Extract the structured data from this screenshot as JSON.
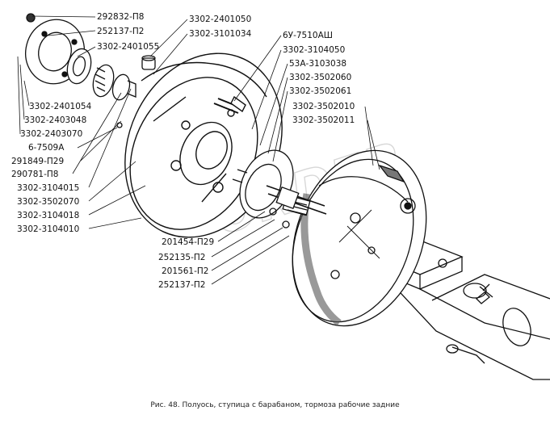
{
  "labels_left": [
    "292832-П8",
    "252137-П2",
    "3302-2401055",
    "3302-2401054",
    "3302-2403048",
    "3302-2403070",
    "6-7509А",
    "291849-П29",
    "290781-П8",
    "3302-3104015",
    "3302-3502070",
    "3302-3104018",
    "3302-3104010"
  ],
  "labels_top": [
    "3302-2401050",
    "3302-3101034"
  ],
  "labels_right": [
    "6У-7510АШ",
    "3302-3104050",
    "53А-3103038",
    "3302-3502060",
    "3302-3502061",
    "3302-3502010",
    "3302-3502011"
  ],
  "labels_bottom": [
    "201454-П29",
    "252135-П2",
    "201561-П2",
    "252137-П2"
  ],
  "watermark": "ORDER",
  "caption": "Рис. 48. Полуось, ступица с барабаном, тормоза рабочие задние"
}
